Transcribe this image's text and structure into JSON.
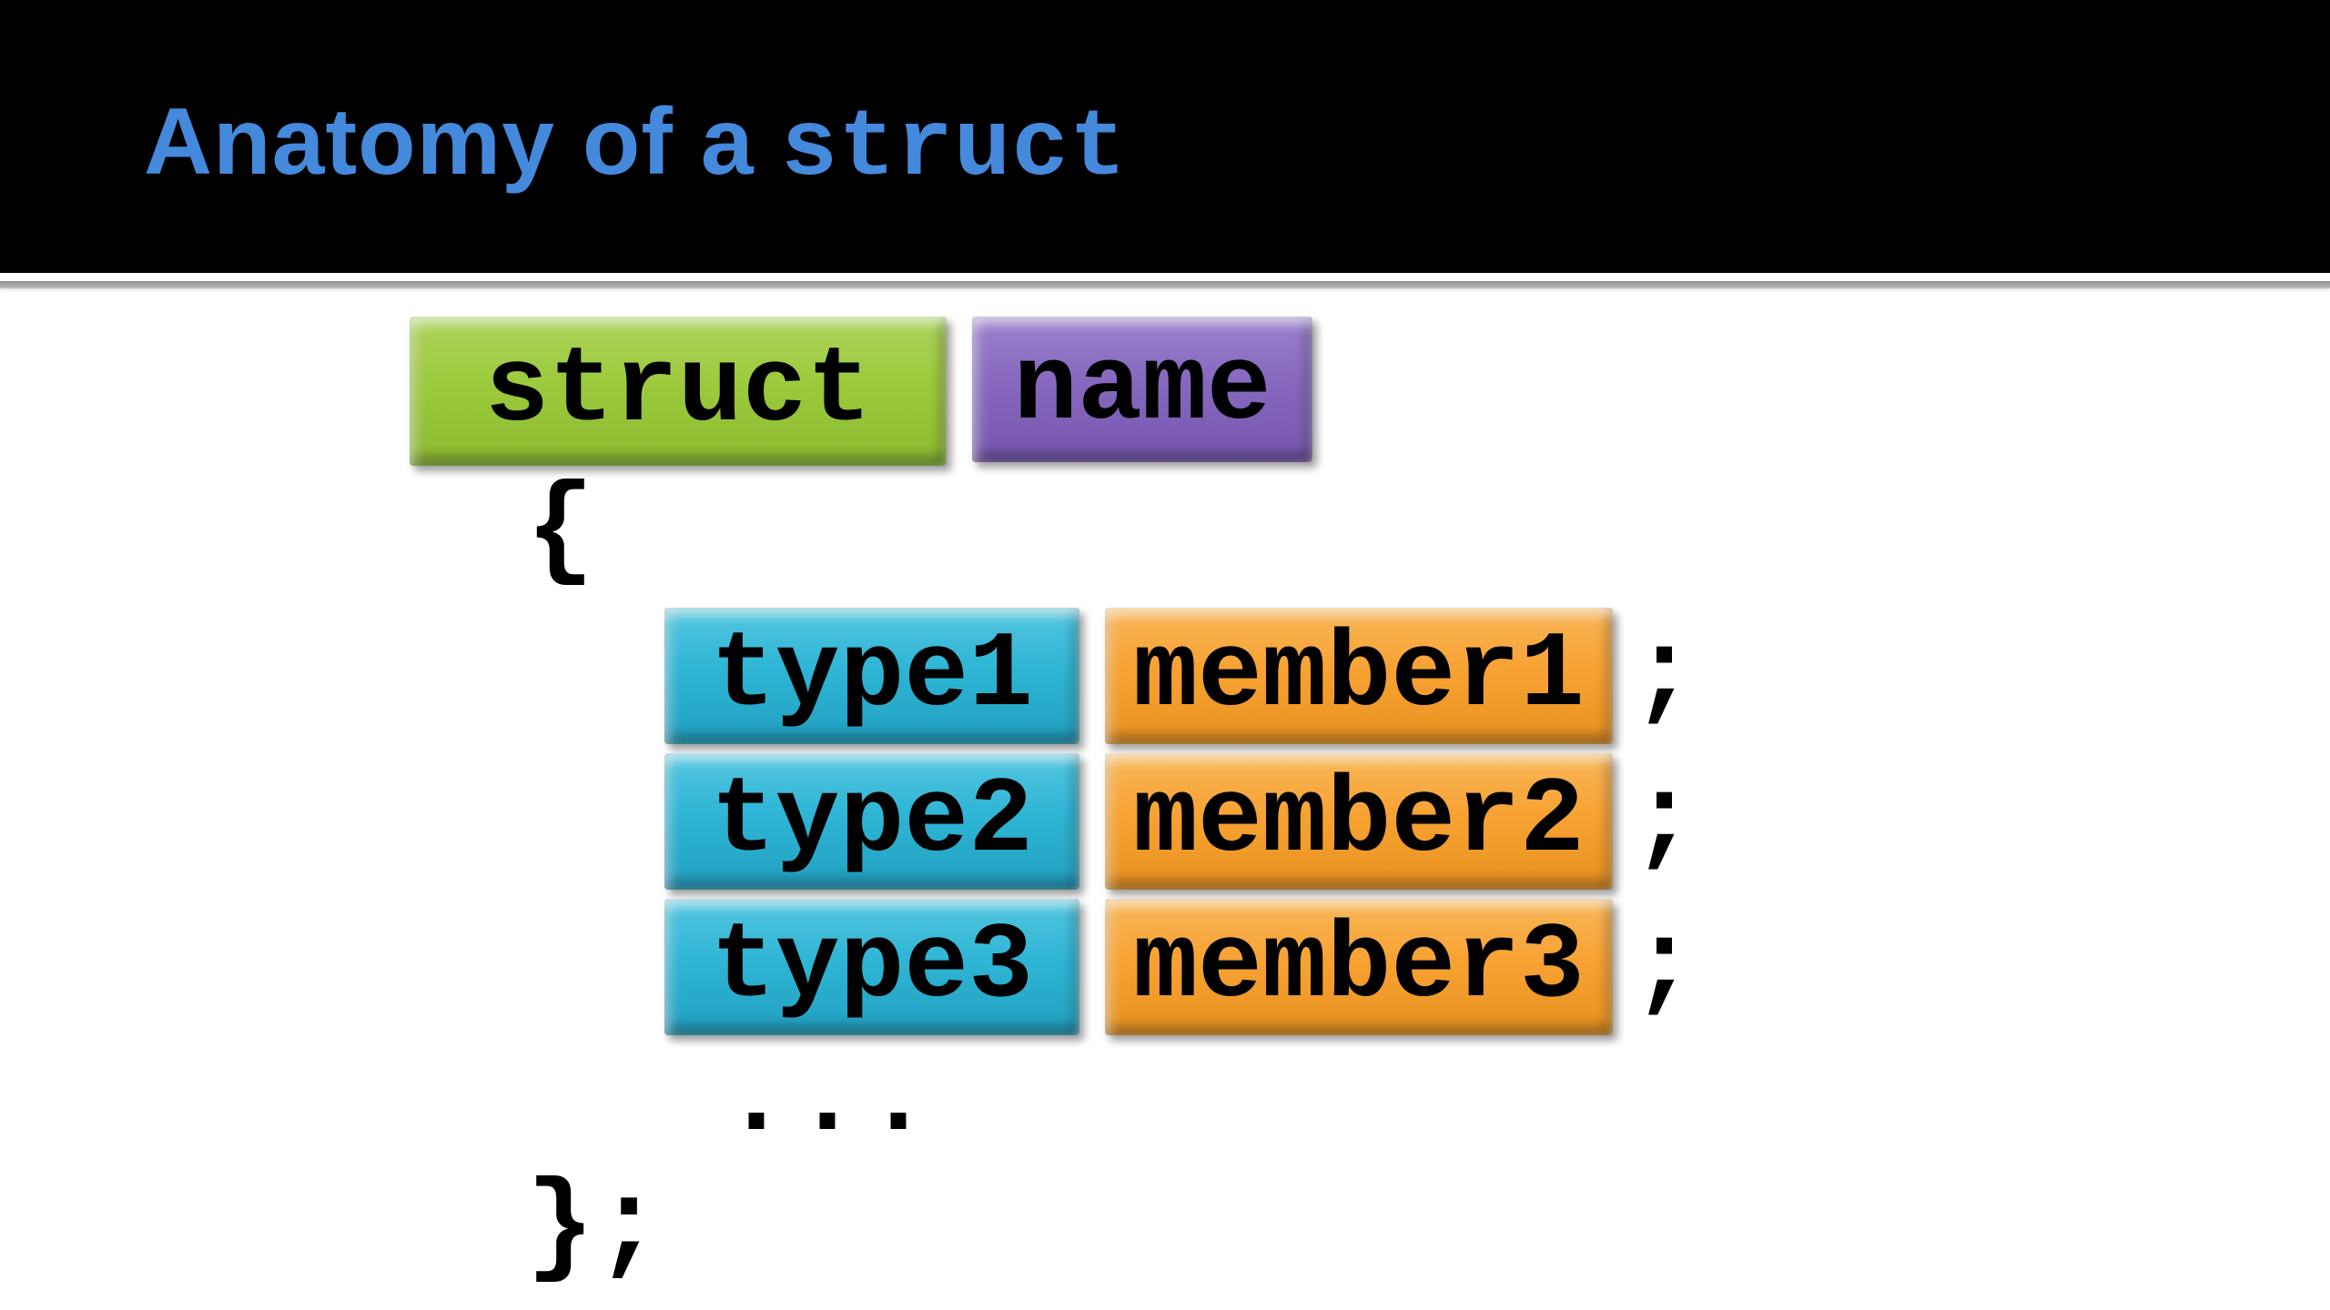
{
  "title": {
    "prefix": "Anatomy of a",
    "code": "struct"
  },
  "colors": {
    "title_blue": "#4489db",
    "header_background": "#000000",
    "keyword_green": "#9cca3c",
    "name_purple": "#8668be",
    "type_cyan": "#2eb5d5",
    "member_orange": "#f7a233",
    "text_black": "#000000"
  },
  "diagram": {
    "keyword": "struct",
    "struct_name": "name",
    "open_brace": "{",
    "members": [
      {
        "type": "type1",
        "name": "member1",
        "semicolon": ";"
      },
      {
        "type": "type2",
        "name": "member2",
        "semicolon": ";"
      },
      {
        "type": "type3",
        "name": "member3",
        "semicolon": ";"
      }
    ],
    "ellipsis": "...",
    "closing_brace": "};"
  }
}
